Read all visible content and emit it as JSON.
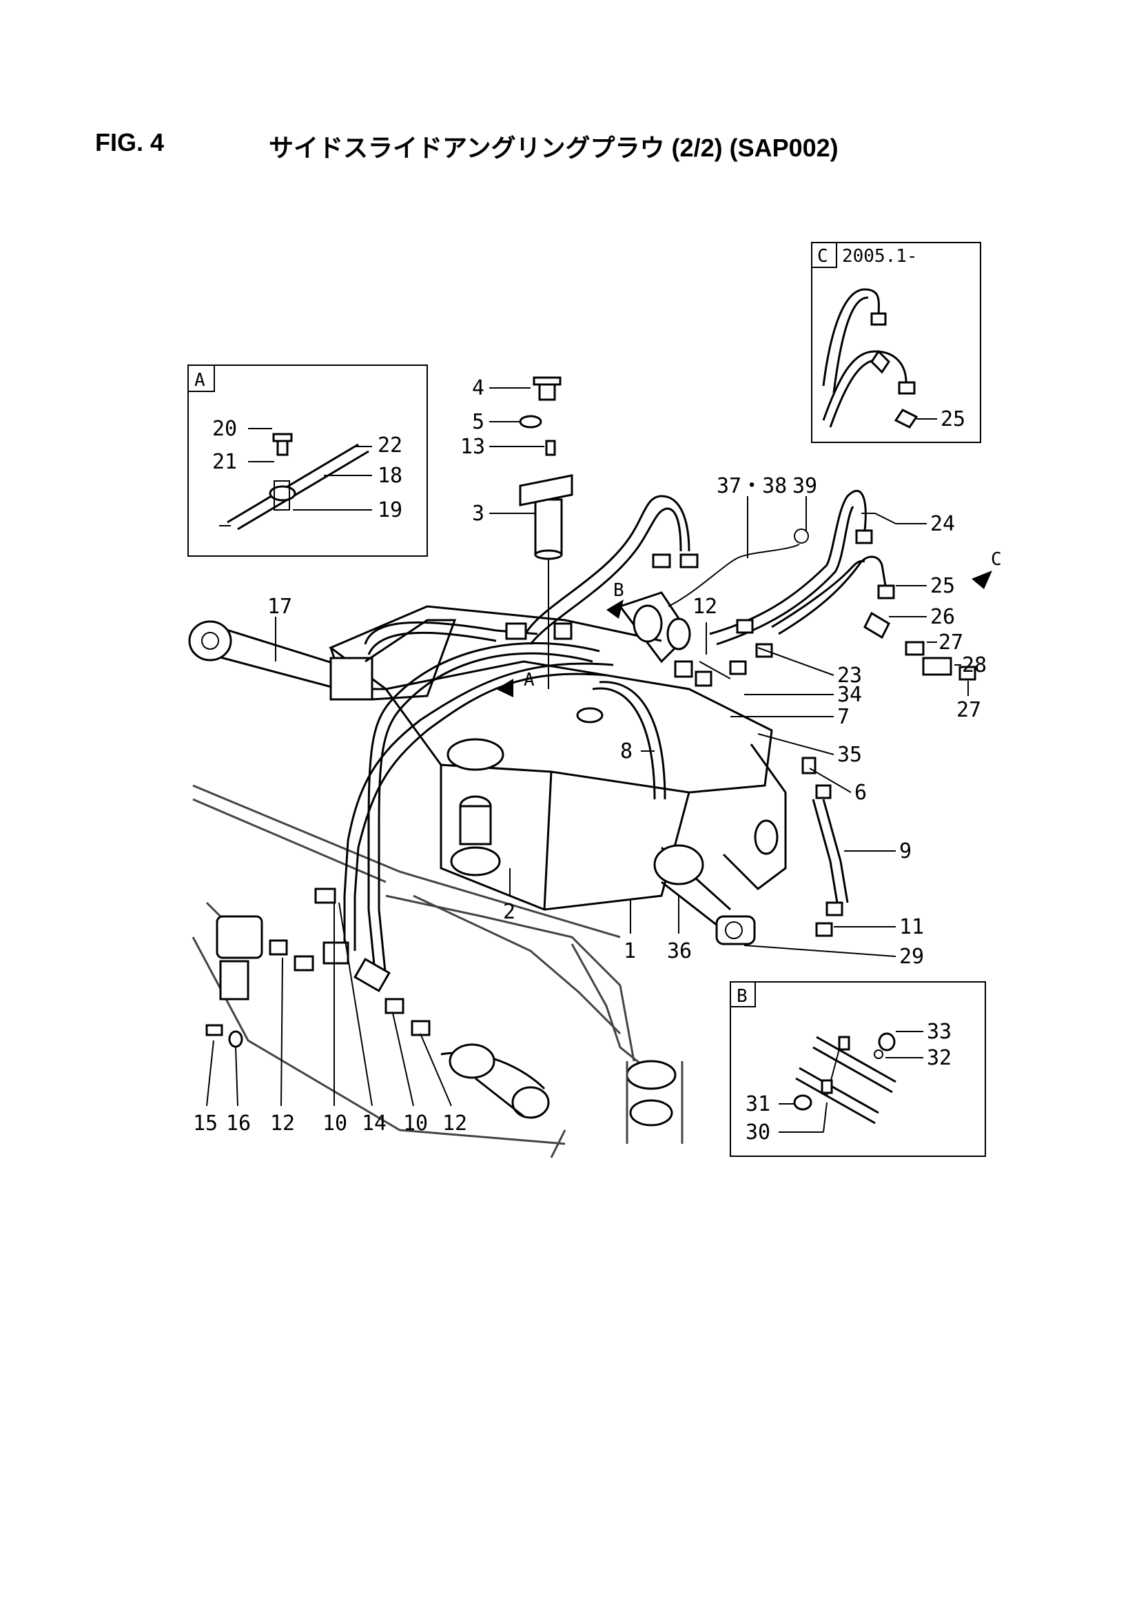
{
  "header": {
    "fig_label": "FIG. 4",
    "title": "サイドスライドアングリングプラウ (2/2) (SAP002)"
  },
  "insets": {
    "A": {
      "letter": "A",
      "labels": [
        "20",
        "21",
        "22",
        "18",
        "19"
      ]
    },
    "B": {
      "letter": "B",
      "labels": [
        "33",
        "32",
        "31",
        "30"
      ]
    },
    "C": {
      "letter": "C",
      "date": "2005.1-",
      "labels": [
        "25"
      ]
    }
  },
  "callouts": [
    "4",
    "5",
    "13",
    "3",
    "17",
    "37・38",
    "39",
    "24",
    "25",
    "26",
    "27",
    "28",
    "27",
    "12",
    "23",
    "34",
    "7",
    "35",
    "6",
    "8",
    "9",
    "11",
    "29",
    "2",
    "1",
    "36",
    "15",
    "16",
    "12",
    "10",
    "14",
    "10",
    "12"
  ],
  "arrows": [
    "A",
    "B",
    "C"
  ],
  "colors": {
    "ink": "#000000",
    "background": "#ffffff"
  }
}
